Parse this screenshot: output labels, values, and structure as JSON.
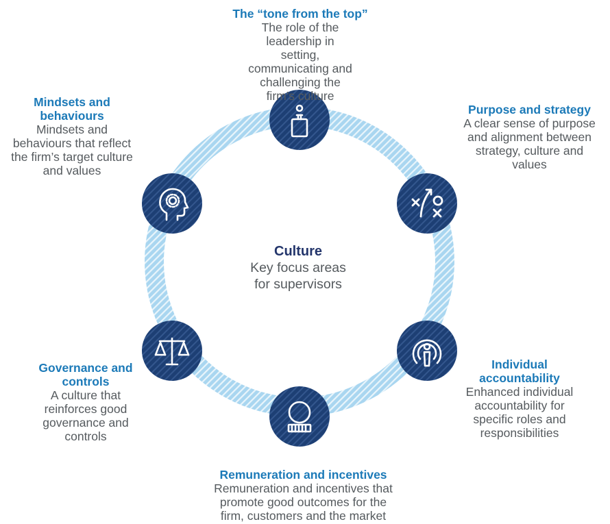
{
  "center": {
    "title": "Culture",
    "subtitle": "Key focus areas for supervisors"
  },
  "areas": [
    {
      "id": "tone-from-the-top",
      "icon": "podium-speaker-icon",
      "title": "The “tone from the top”",
      "description": "The role of the leadership in setting, communicating and challenging the firm’s culture"
    },
    {
      "id": "purpose-and-strategy",
      "icon": "strategy-play-icon",
      "title": "Purpose and strategy",
      "description": "A clear sense of purpose and alignment between strategy, culture and values"
    },
    {
      "id": "individual-accountability",
      "icon": "person-broadcast-icon",
      "title": "Individual accountability",
      "description": "Enhanced individual accountability for specific roles and responsibilities"
    },
    {
      "id": "remuneration-and-incentives",
      "icon": "piggy-bank-icon",
      "title": "Remuneration and incentives",
      "description": "Remuneration and incentives that promote good outcomes for the firm, customers and the market"
    },
    {
      "id": "governance-and-controls",
      "icon": "scales-of-justice-icon",
      "title": "Governance and controls",
      "description": "A culture that reinforces good governance and controls"
    },
    {
      "id": "mindsets-and-behaviours",
      "icon": "head-gear-icon",
      "title": "Mindsets and behaviours",
      "description": "Mindsets and behaviours that reflect the firm’s target culture and values"
    }
  ],
  "colors": {
    "node_fill": "#1d3f74",
    "node_stripe": "#3a5d95",
    "ring_light": "#a9d6f0",
    "ring_stripe": "#ffffff",
    "heading": "#1c7ab8",
    "body_text": "#555a5e",
    "center_title": "#23356b"
  }
}
